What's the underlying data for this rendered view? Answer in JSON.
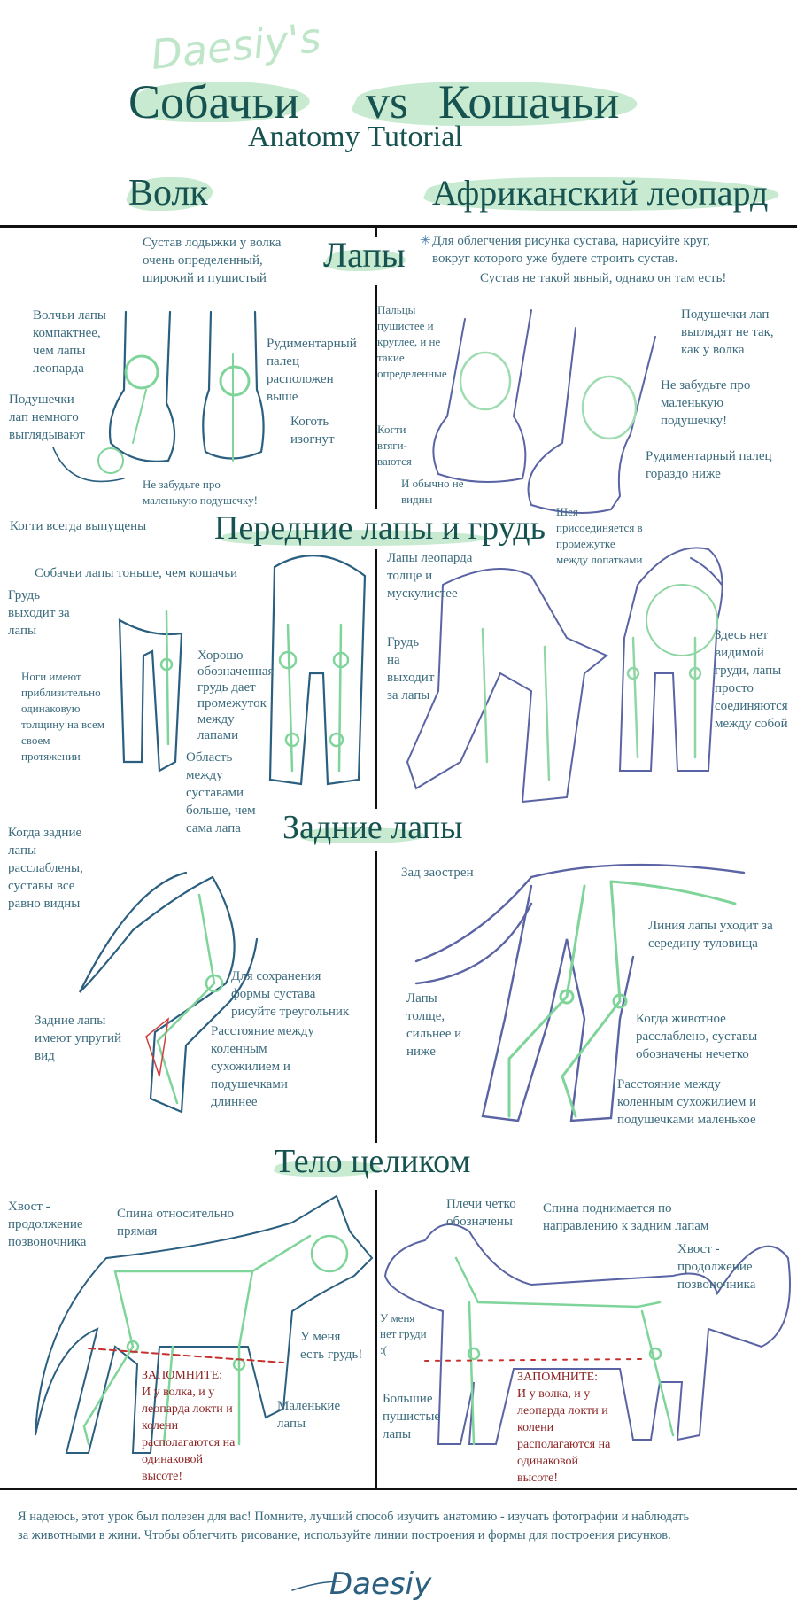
{
  "header": {
    "watermark": "Daesiy's",
    "title_left": "Собачьи",
    "title_vs": "vs",
    "title_right": "Кошачьи",
    "subtitle": "Anatomy Tutorial",
    "col_left": "Волк",
    "col_right": "Африканский леопард"
  },
  "sections": {
    "paws": "Лапы",
    "front": "Передние лапы и грудь",
    "hind": "Задние лапы",
    "body": "Тело целиком"
  },
  "paws": {
    "wolf_ankle": "Сустав лодыжки у волка\nочень определенный,\nширокий и пушистый",
    "tip": "Для облегчения рисунка сустава, нарисуйте круг,\nвокруг которого уже будете строить сустав.",
    "tip_star": "✳",
    "leopard_ankle": "Сустав не такой явный, однако он там есть!",
    "wolf_compact": "Волчьи лапы\nкомпактнее,\nчем лапы\nлеопарда",
    "wolf_dewclaw": "Рудиментарный\nпалец\nрасположен\nвыше",
    "wolf_pads": "Подушечки\nлап немного\nвыглядывают",
    "wolf_claw": "Коготь\nизогнут",
    "wolf_small_pad": "Не забудьте про\nмаленькую подушечку!",
    "wolf_claws_out": "Когти всегда выпущены",
    "leo_toes": "Пальцы\nпушистее и\nкруглее, и не\nтакие\nопределенные",
    "leo_pads": "Подушечки лап\nвыглядят не так,\nкак у волка",
    "leo_small_pad": "Не забудьте про\nмаленькую\nподушечку!",
    "leo_claws": "Когти\nвтяги-\nваются",
    "leo_dewclaw": "Рудиментарный палец\nгораздо ниже",
    "leo_hidden": "И обычно не\nвидны"
  },
  "front": {
    "leo_neck": "Шея\nприсоединяется в\nпромежутке\nмежду лопатками",
    "leo_thick": "Лапы леопарда\nтолще и\nмускулистее",
    "wolf_thin": "Собачьи лапы тоньше, чем кошачьи",
    "wolf_chest_out": "Грудь\nвыходит за\nлапы",
    "wolf_thickness": "Ноги имеют\nприблизительно\nодинаковую\nтолщину на всем\nсвоем\nпротяжении",
    "wolf_chest_gap": "Хорошо\nобозначенная\nгрудь дает\nпромежуток\nмежду\nлапами",
    "wolf_joint_area": "Область\nмежду\nсуставами\nбольше, чем\nсама лапа",
    "leo_chest_not_out": "Грудь\nна\nвыходит\nза лапы",
    "leo_no_chest": "Здесь нет\nвидимой\nгруди, лапы\nпросто\nсоединяются\nмежду собой"
  },
  "hind": {
    "wolf_relaxed": "Когда задние\nлапы\nрасслаблены,\nсуставы все\nравно видны",
    "leo_pointed": "Зад заострен",
    "leo_line": "Линия лапы уходит за\nсередину туловища",
    "wolf_triangle": "Для сохранения\nформы сустава\nрисуйте треугольник",
    "wolf_springy": "Задние лапы\nимеют упругий\nвид",
    "wolf_distance": "Расстояние между\nколенным\nсухожилием и\nподушечками\nдлиннее",
    "leo_thicker": "Лапы\nтолще,\nсильнее и\nниже",
    "leo_relaxed": "Когда животное\nрасслаблено, суставы\nобозначены нечетко",
    "leo_distance": "Расстояние между\nколенным сухожилием и\nподушечками маленькое"
  },
  "body": {
    "wolf_tail": "Хвост -\nпродолжение\nпозвоночника",
    "wolf_back": "Спина относительно\nпрямая",
    "leo_shoulders": "Плечи четко\nобозначены",
    "leo_back": "Спина поднимается по\nнаправлению к задним лапам",
    "leo_tail": "Хвост -\nпродолжение\nпозвоночника",
    "leo_no_chest": "У меня\nнет груди\n:(",
    "wolf_chest": "У меня\nесть грудь!",
    "wolf_remember": "ЗАПОМНИТЕ:\nИ у волка, и у\nлеопарда локти и\nколени\nрасполагаются на\nодинаковой\nвысоте!",
    "leo_remember": "ЗАПОМНИТЕ:\nИ у волка, и у\nлеопарда локти и\nколени\nрасполагаются на\nодинаковой\nвысоте!",
    "wolf_small_paws": "Маленькие\nлапы",
    "leo_big_paws": "Большие\nпушистые\nлапы"
  },
  "footer": {
    "text": "Я надеюсь, этот урок был полезен для вас! Помните, лучший способ изучить анатомию - изучать фотографии и наблюдать\nза животными в жини. Чтобы облегчить рисование, используйте линии построения и формы для построения рисунков.",
    "signature": "Daesiy"
  },
  "colors": {
    "heading": "#16524f",
    "label": "#3a6a7c",
    "wolf": "#2b5f80",
    "leopard": "#5a64a4",
    "construction": "#7fd49a",
    "note": "#8c2424"
  }
}
